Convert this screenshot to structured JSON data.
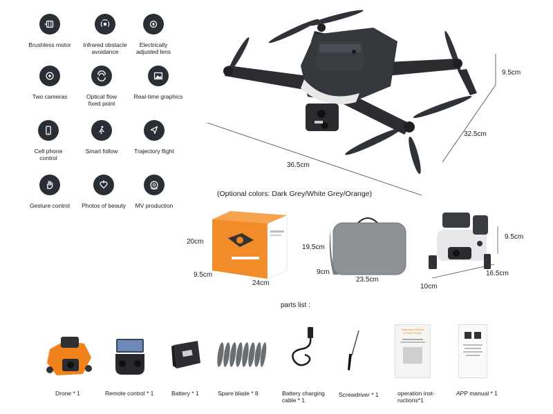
{
  "features": [
    {
      "label": "Brushless motor",
      "icon": "motor-icon"
    },
    {
      "label": "Infrared obstacle\navoidance",
      "icon": "infrared-icon"
    },
    {
      "label": "Electrically\nadjusted lens",
      "icon": "lens-adjust-icon"
    },
    {
      "label": "Two cameras",
      "icon": "camera-icon"
    },
    {
      "label": "Optical flow\nfixed point",
      "icon": "optical-flow-icon"
    },
    {
      "label": "Real-time graphics",
      "icon": "image-icon"
    },
    {
      "label": "Cell phone\ncontrol",
      "icon": "phone-icon"
    },
    {
      "label": "Smart follow",
      "icon": "follow-icon"
    },
    {
      "label": "Trajectory flight",
      "icon": "trajectory-icon"
    },
    {
      "label": "Gesture control",
      "icon": "hand-icon"
    },
    {
      "label": "Photos of beauty",
      "icon": "beauty-icon"
    },
    {
      "label": "MV production",
      "icon": "mv-icon"
    }
  ],
  "drone_dims": {
    "height": "9.5cm",
    "length": "32.5cm",
    "width": "36.5cm"
  },
  "colors_note": "(Optional colors: Dark Grey/White Grey/Orange)",
  "box_dims": {
    "height": "20cm",
    "depth": "9.5cm",
    "width": "24cm"
  },
  "bag_dims": {
    "height": "19.5cm",
    "depth": "9cm",
    "width": "23.5cm"
  },
  "folded_dims": {
    "height": "9.5cm",
    "length": "16.5cm",
    "width": "10cm"
  },
  "parts_title": "parts list   :",
  "parts": [
    {
      "label": "Drone * 1"
    },
    {
      "label": "Remote control * 1"
    },
    {
      "label": "Battery * 1"
    },
    {
      "label": "Spare blade * 8"
    },
    {
      "label": "Battery charging\ncable * 1"
    },
    {
      "label": "Screwdriver * 1"
    },
    {
      "label": "operation inst-\nructions*1"
    },
    {
      "label": "APP manual * 1"
    }
  ],
  "manual_heading": "Instruction Manual\nof The Product",
  "colors": {
    "icon_bg": "#2a2f36",
    "orange": "#f0821e",
    "drone_dark": "#2b2d31",
    "bag_grey": "#8e9196"
  }
}
